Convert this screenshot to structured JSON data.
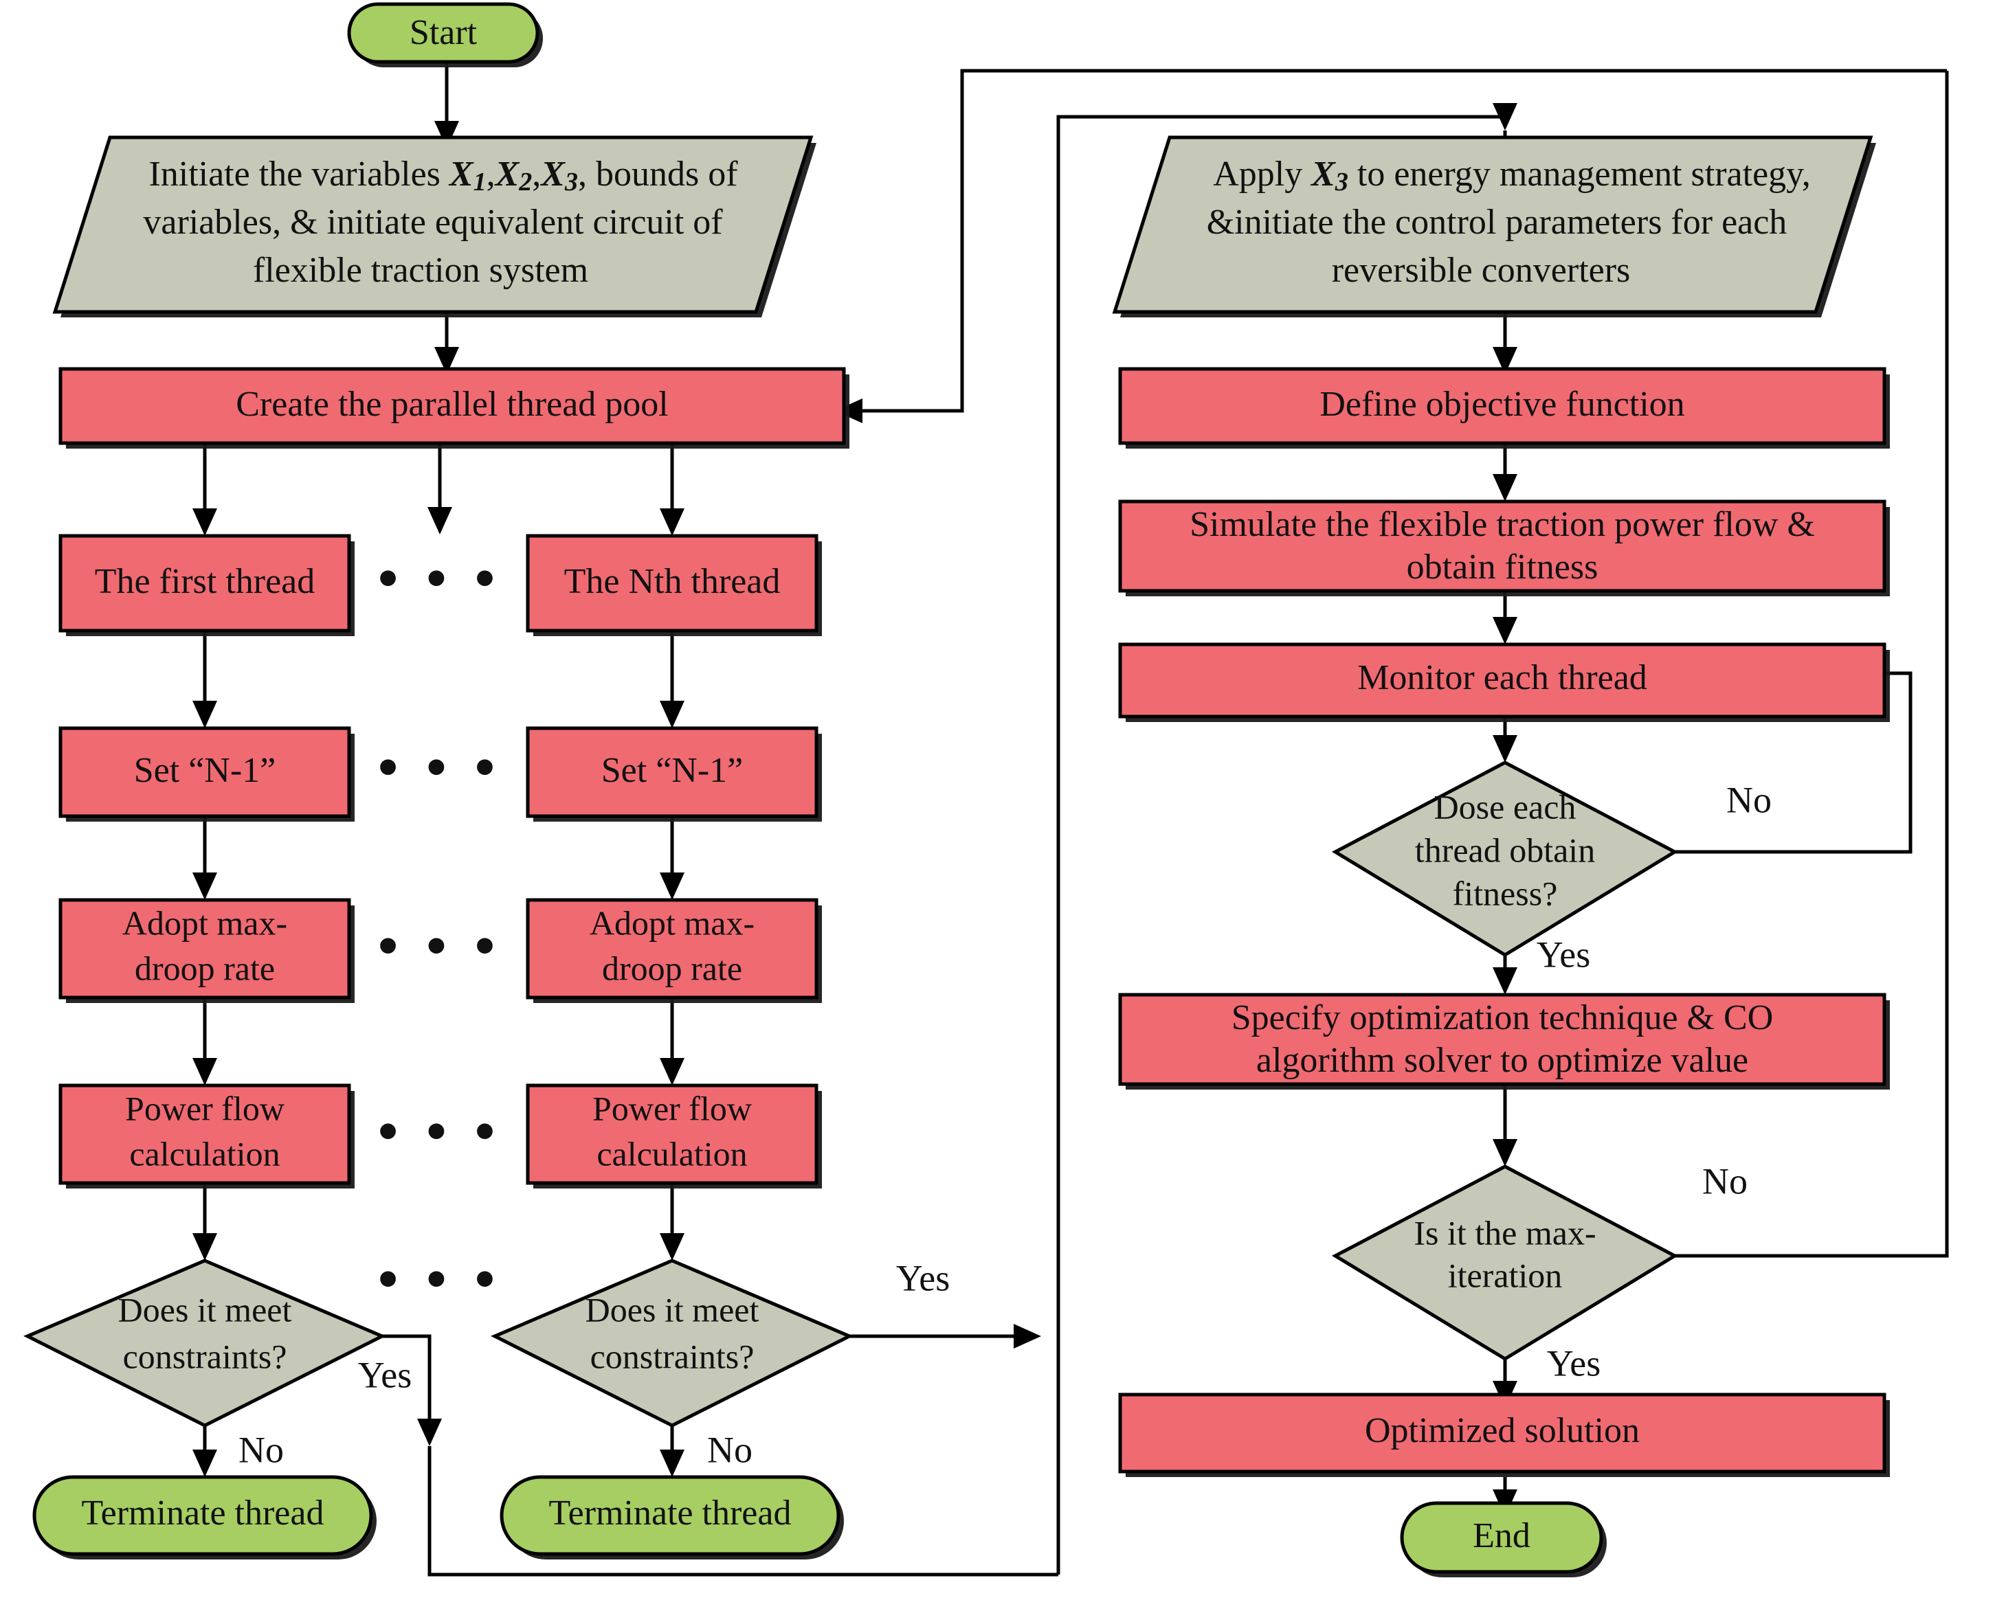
{
  "diagram": {
    "type": "flowchart",
    "title": "Parallel multi-thread optimization flowchart for flexible traction system",
    "colors": {
      "process_fill": "#F06A72",
      "decision_fill": "#C6C8B8",
      "io_fill": "#C6C8B8",
      "terminator_fill": "#A6CE62",
      "stroke": "#000000",
      "background": "#FFFFFF"
    },
    "nodes": {
      "start": {
        "label": "Start",
        "shape": "terminator"
      },
      "init_vars": {
        "shape": "parallelogram",
        "line1_a": "Initiate the variables ",
        "line1_x1": "X",
        "line1_x1s": "1",
        "line1_c1": ",",
        "line1_x2": "X",
        "line1_x2s": "2",
        "line1_c2": ",",
        "line1_x3": "X",
        "line1_x3s": "3",
        "line1_b": ", bounds of",
        "line2": "variables, & initiate equivalent circuit of",
        "line3": "flexible traction system"
      },
      "thread_pool": {
        "label": "Create the parallel thread pool",
        "shape": "process"
      },
      "first_thread": {
        "label": "The first thread",
        "shape": "process"
      },
      "nth_thread": {
        "label": "The Nth thread",
        "shape": "process"
      },
      "set_n1_left": {
        "label": "Set  “N-1”",
        "shape": "process"
      },
      "set_n1_right": {
        "label": "Set  “N-1”",
        "shape": "process"
      },
      "droop_left": {
        "line1": "Adopt max-",
        "line2": "droop rate",
        "shape": "process"
      },
      "droop_right": {
        "line1": "Adopt max-",
        "line2": "droop rate",
        "shape": "process"
      },
      "powerflow_left": {
        "line1": "Power flow",
        "line2": "calculation",
        "shape": "process"
      },
      "powerflow_right": {
        "line1": "Power flow",
        "line2": "calculation",
        "shape": "process"
      },
      "constraints_left": {
        "line1": "Does it meet",
        "line2": "constraints?",
        "shape": "decision"
      },
      "constraints_right": {
        "line1": "Does it meet",
        "line2": "constraints?",
        "shape": "decision"
      },
      "terminate_left": {
        "label": "Terminate thread",
        "shape": "terminator"
      },
      "terminate_right": {
        "label": "Terminate thread",
        "shape": "terminator"
      },
      "apply_x3": {
        "shape": "parallelogram",
        "line1_a": "Apply ",
        "line1_x3": "X",
        "line1_x3s": "3",
        "line1_b": " to energy management strategy,",
        "line2": "&initiate the control parameters for each",
        "line3": "reversible converters"
      },
      "define_obj": {
        "label": "Define objective function",
        "shape": "process"
      },
      "simulate": {
        "line1": "Simulate the flexible traction power flow &",
        "line2": "obtain fitness",
        "shape": "process"
      },
      "monitor": {
        "label": "Monitor each thread",
        "shape": "process"
      },
      "fitness_check": {
        "line1": "Dose each",
        "line2": "thread obtain",
        "line3": "fitness?",
        "shape": "decision"
      },
      "specify_opt": {
        "line1": "Specify optimization technique & CO",
        "line2": "algorithm solver to optimize value",
        "shape": "process"
      },
      "max_iter": {
        "line1": "Is it the max-",
        "line2": "iteration",
        "shape": "decision"
      },
      "optimized": {
        "label": "Optimized solution",
        "shape": "process"
      },
      "end": {
        "label": "End",
        "shape": "terminator"
      }
    },
    "edge_labels": {
      "yes_left_constraints": "Yes",
      "no_left_constraints": "No",
      "yes_right_constraints": "Yes",
      "no_right_constraints": "No",
      "no_fitness": "No",
      "yes_fitness": "Yes",
      "no_max_iter": "No",
      "yes_max_iter": "Yes"
    },
    "ellipsis": "• • •"
  }
}
